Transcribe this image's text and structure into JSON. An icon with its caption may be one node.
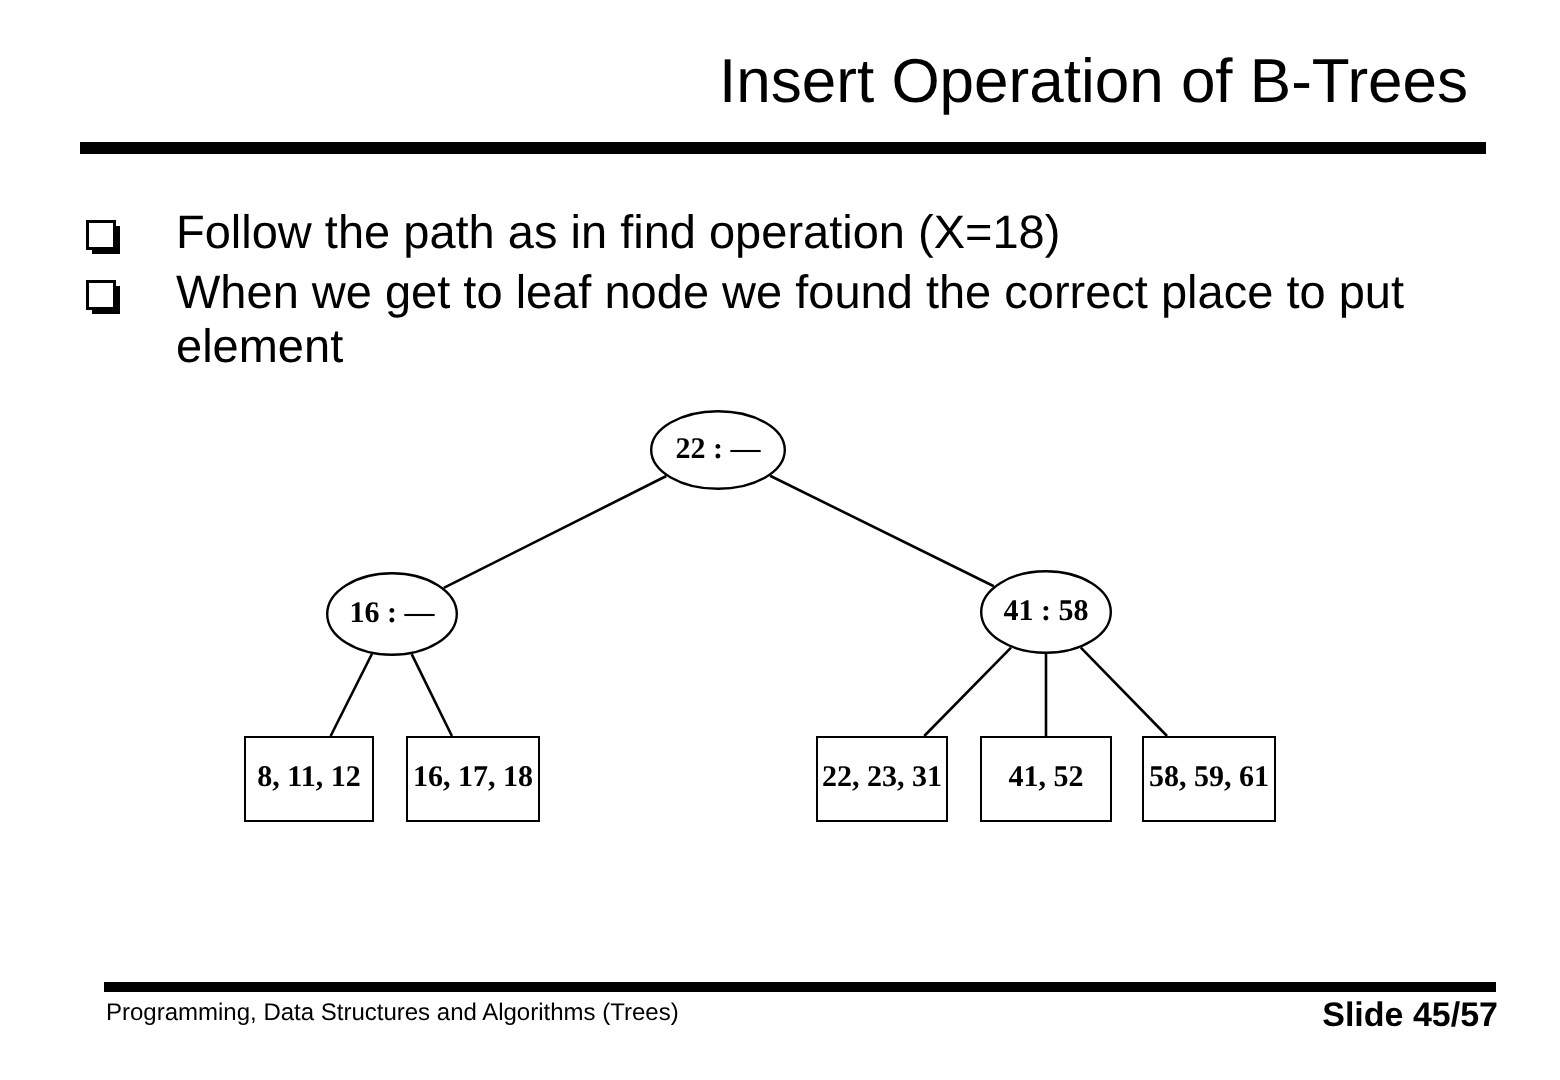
{
  "diagram": {
    "title": "Insert Operation of B-Trees",
    "nodes": [
      {
        "text": [
          "22 : —"
        ]
      },
      {
        "text": [
          "16 : —"
        ]
      },
      {
        "text": [
          "41 : 58"
        ]
      },
      {
        "text": [
          "8, 11, 12"
        ]
      },
      {
        "text": [
          "16, 17, 18"
        ]
      },
      {
        "text": [
          "22, 23, 31"
        ]
      },
      {
        "text": [
          "41, 52"
        ]
      },
      {
        "text": [
          "58, 59, 61"
        ]
      }
    ],
    "edges": [
      {
        "from": 0,
        "to": 1,
        "arrow": "none"
      },
      {
        "from": 0,
        "to": 2,
        "arrow": "none"
      },
      {
        "from": 1,
        "to": 3,
        "arrow": "none"
      },
      {
        "from": 1,
        "to": 4,
        "arrow": "none"
      },
      {
        "from": 2,
        "to": 5,
        "arrow": "none"
      },
      {
        "from": 2,
        "to": 6,
        "arrow": "none"
      },
      {
        "from": 2,
        "to": 7,
        "arrow": "none"
      }
    ],
    "labels": [
      "Follow the path as in find operation (X=18)",
      "When we get to leaf node we found the correct place to put element",
      "Programming, Data Structures and Algorithms (Trees)",
      "Slide 45/57"
    ]
  }
}
